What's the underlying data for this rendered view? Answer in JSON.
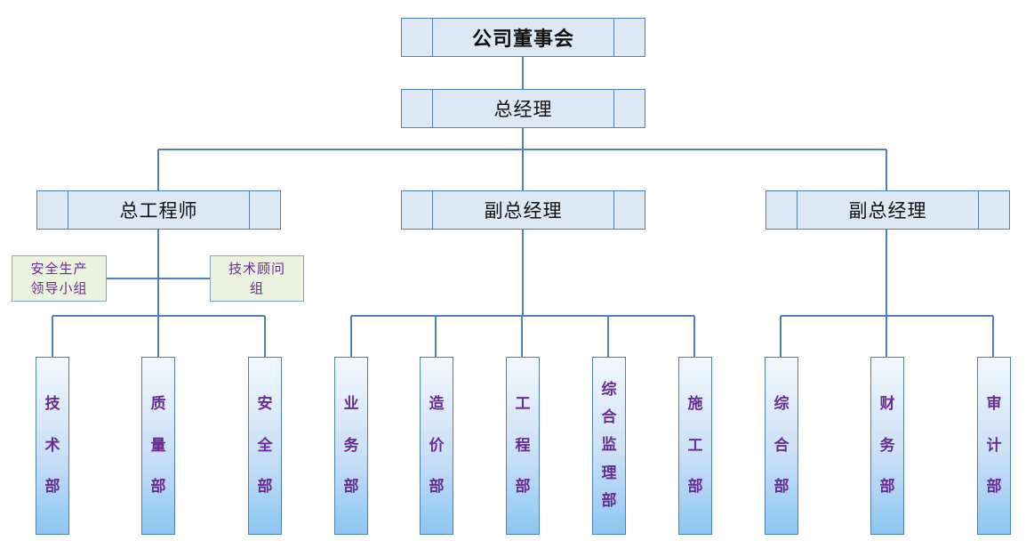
{
  "board": {
    "label": "公司董事会"
  },
  "gm": {
    "label": "总经理"
  },
  "chief_engineer": {
    "label": "总工程师"
  },
  "deputy_gm_1": {
    "label": "副总经理"
  },
  "deputy_gm_2": {
    "label": "副总经理"
  },
  "safety_group": {
    "label": "安全生产\n领导小组"
  },
  "tech_advisor": {
    "label": "技术顾问\n组"
  },
  "departments": [
    "技术部",
    "质量部",
    "安全部",
    "业务部",
    "造价部",
    "工程部",
    "综合监理部",
    "施工部",
    "综合部",
    "财务部",
    "审计部"
  ],
  "colors": {
    "line": "#4f7fbf",
    "box_fill": "#dde8f5",
    "side_fill": "#ebf3df",
    "dept_text": "#6a2c91"
  }
}
